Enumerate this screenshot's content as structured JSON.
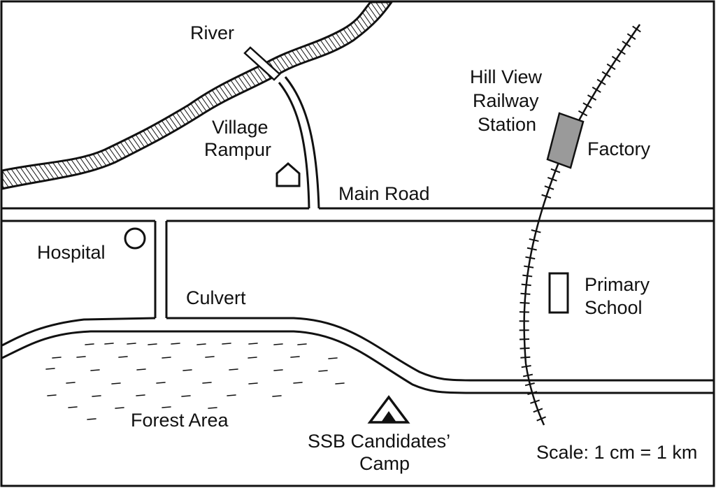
{
  "map": {
    "labels": {
      "river": "River",
      "village_line1": "Village",
      "village_line2": "Rampur",
      "main_road": "Main Road",
      "station_line1": "Hill View",
      "station_line2": "Railway",
      "station_line3": "Station",
      "factory": "Factory",
      "hospital": "Hospital",
      "culvert": "Culvert",
      "school_line1": "Primary",
      "school_line2": "School",
      "forest": "Forest Area",
      "camp_line1": "SSB Candidates’",
      "camp_line2": "Camp",
      "scale": "Scale: 1 cm = 1 km"
    },
    "colors": {
      "ink": "#111111",
      "paper": "#ffffff",
      "factory_fill": "#9a9a9a"
    },
    "symbols": {
      "village": "house-icon",
      "hospital": "circle-icon",
      "school": "rectangle-icon",
      "camp": "tent-icon",
      "factory": "shaded-rectangle-icon"
    }
  }
}
